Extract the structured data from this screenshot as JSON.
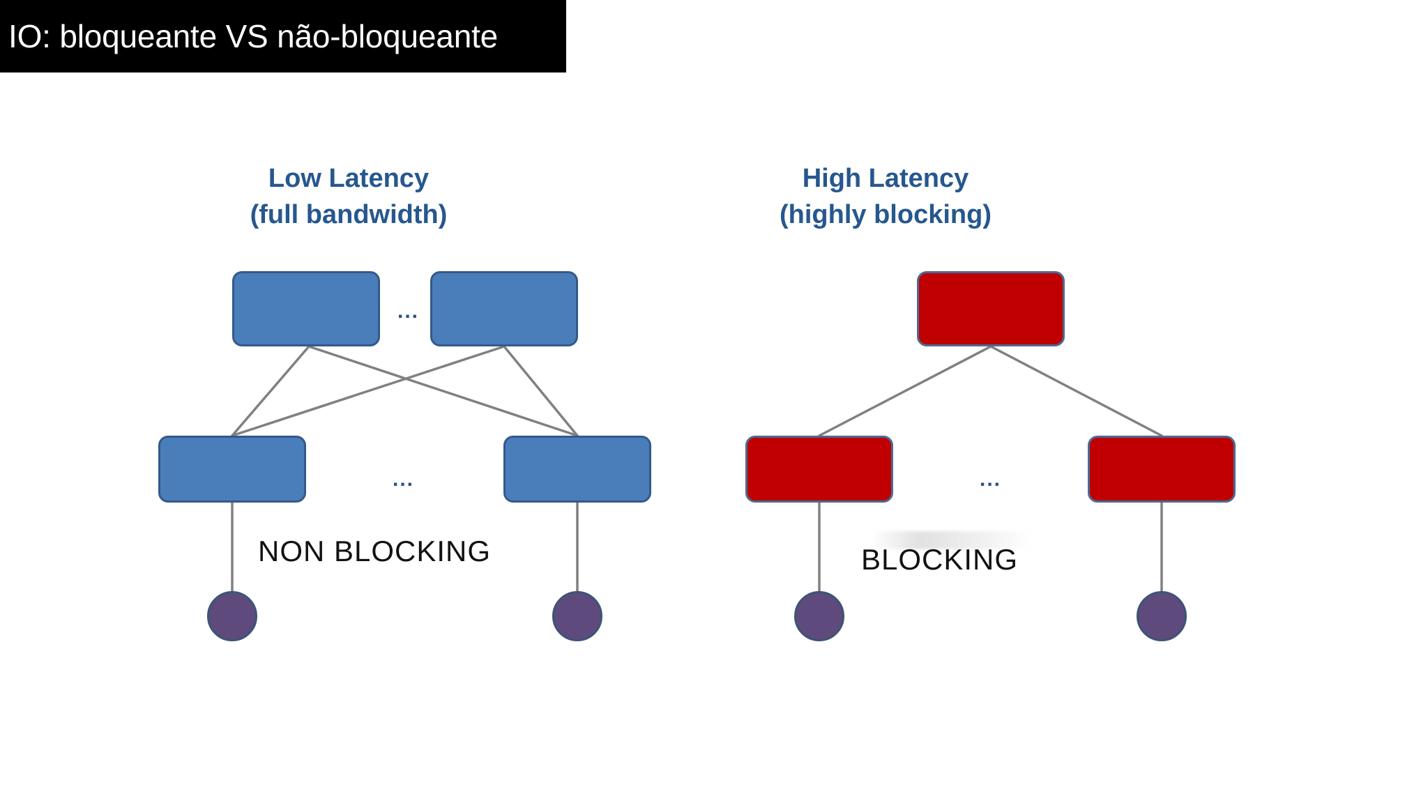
{
  "slide": {
    "title": "IO: bloqueante VS não-bloqueante",
    "background_color": "#ffffff",
    "banner_color": "#000000",
    "banner_text_color": "#ffffff"
  },
  "colors": {
    "heading_blue": "#26578f",
    "node_blue_fill": "#4a7ebb",
    "node_blue_border": "#34598a",
    "node_red_fill": "#c00000",
    "node_red_border": "#4a6a93",
    "endpoint_purple": "#5e4a7d",
    "endpoint_border": "#3d5475",
    "edge_gray": "#808080",
    "label_black": "#111111"
  },
  "panels": [
    {
      "id": "left",
      "heading_line1": "Low Latency",
      "heading_line2": "(full bandwidth)",
      "mode_label": "NON BLOCKING",
      "node_color": "blue",
      "top_nodes": 2,
      "bottom_nodes": 2,
      "endpoints": 2,
      "top_ellipsis": "...",
      "bottom_ellipsis": "...",
      "topology": "fully-connected crossbar"
    },
    {
      "id": "right",
      "heading_line1": "High Latency",
      "heading_line2": "(highly blocking)",
      "mode_label": "BLOCKING",
      "node_color": "red",
      "top_nodes": 1,
      "bottom_nodes": 2,
      "endpoints": 2,
      "top_ellipsis": "",
      "bottom_ellipsis": "...",
      "topology": "single shared root"
    }
  ]
}
